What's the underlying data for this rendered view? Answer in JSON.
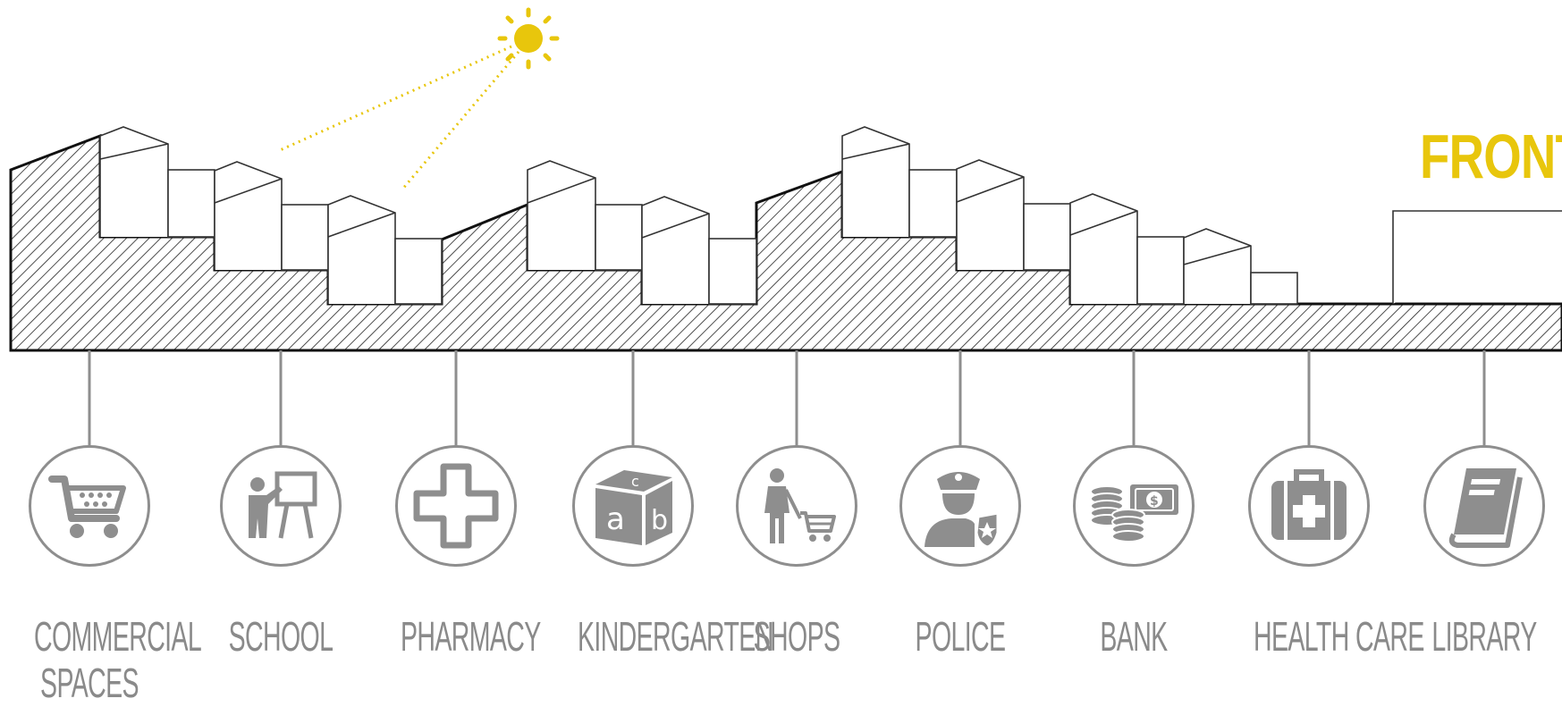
{
  "front_label": "FRONT",
  "colors": {
    "accent": "#e8c60c",
    "icon_gray": "#8e8e8e",
    "line": "#1a1a1a"
  },
  "facilities": [
    {
      "label": "COMMERCIAL SPACES",
      "icon": "shopping-cart-icon"
    },
    {
      "label": "SCHOOL",
      "icon": "teacher-board-icon"
    },
    {
      "label": "PHARMACY",
      "icon": "medical-cross-icon"
    },
    {
      "label": "KINDERGARTEN",
      "icon": "abc-block-icon"
    },
    {
      "label": "SHOPS",
      "icon": "shopper-cart-icon"
    },
    {
      "label": "POLICE",
      "icon": "police-officer-icon"
    },
    {
      "label": "BANK",
      "icon": "coins-banknote-icon"
    },
    {
      "label": "HEALTH CARE",
      "icon": "first-aid-kit-icon"
    },
    {
      "label": "LIBRARY",
      "icon": "book-icon"
    }
  ]
}
